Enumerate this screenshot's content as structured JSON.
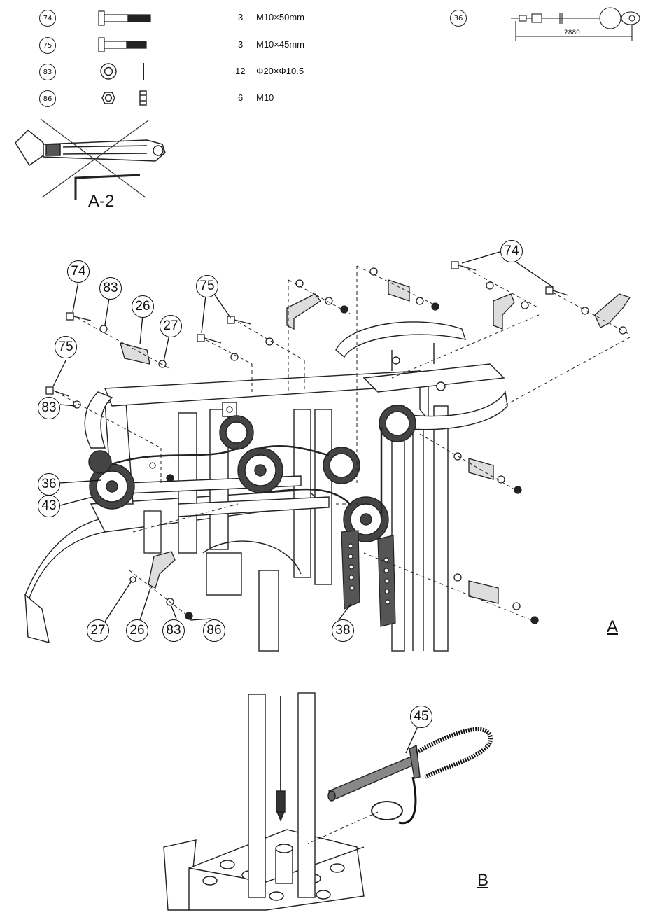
{
  "parts": [
    {
      "id": "74",
      "qty": "3",
      "spec": "M10×50mm",
      "icon": "bolt-icon"
    },
    {
      "id": "75",
      "qty": "3",
      "spec": "M10×45mm",
      "icon": "bolt-icon"
    },
    {
      "id": "83",
      "qty": "12",
      "spec": "Φ20×Φ10.5",
      "icon": "washer-icon"
    },
    {
      "id": "86",
      "qty": "6",
      "spec": "M10",
      "icon": "nut-icon"
    }
  ],
  "cable": {
    "id": "36",
    "length": "2880"
  },
  "tool_label": "A-2",
  "callouts_a": {
    "c74a": "74",
    "c83a": "83",
    "c26a": "26",
    "c27a": "27",
    "c75a": "75",
    "c75b": "75",
    "c74b": "74",
    "c83b": "83",
    "c36": "36",
    "c43": "43",
    "c27b": "27",
    "c26b": "26",
    "c83c": "83",
    "c86": "86",
    "c38": "38"
  },
  "callouts_b": {
    "c45": "45"
  },
  "step_a": "A",
  "step_b": "B"
}
